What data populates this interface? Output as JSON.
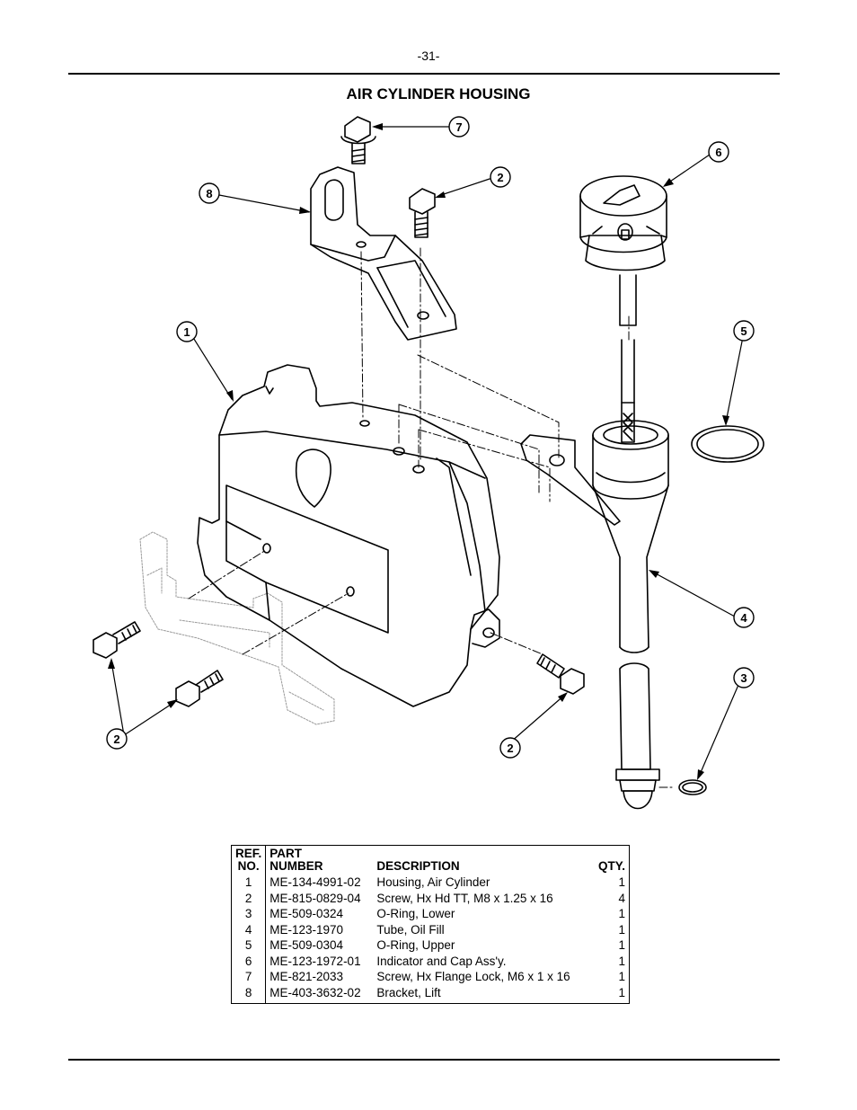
{
  "page": {
    "number": "-31-",
    "title": "AIR CYLINDER HOUSING"
  },
  "callouts": [
    "7",
    "6",
    "2",
    "8",
    "1",
    "5",
    "4",
    "2",
    "3",
    "2"
  ],
  "table": {
    "headers": {
      "ref_line1": "REF.",
      "ref_line2": "NO.",
      "part_line1": "PART",
      "part_line2": "NUMBER",
      "description": "DESCRIPTION",
      "qty": "QTY."
    },
    "rows": [
      {
        "ref": "1",
        "part": "ME-134-4991-02",
        "description": "Housing, Air Cylinder",
        "qty": "1"
      },
      {
        "ref": "2",
        "part": "ME-815-0829-04",
        "description": "Screw, Hx Hd TT, M8 x 1.25 x 16",
        "qty": "4"
      },
      {
        "ref": "3",
        "part": "ME-509-0324",
        "description": "O-Ring, Lower",
        "qty": "1"
      },
      {
        "ref": "4",
        "part": "ME-123-1970",
        "description": "Tube, Oil Fill",
        "qty": "1"
      },
      {
        "ref": "5",
        "part": "ME-509-0304",
        "description": "O-Ring, Upper",
        "qty": "1"
      },
      {
        "ref": "6",
        "part": "ME-123-1972-01",
        "description": "Indicator and Cap Ass'y.",
        "qty": "1"
      },
      {
        "ref": "7",
        "part": "ME-821-2033",
        "description": "Screw, Hx Flange Lock, M6 x 1 x 16",
        "qty": "1"
      },
      {
        "ref": "8",
        "part": "ME-403-3632-02",
        "description": "Bracket, Lift",
        "qty": "1"
      }
    ]
  }
}
